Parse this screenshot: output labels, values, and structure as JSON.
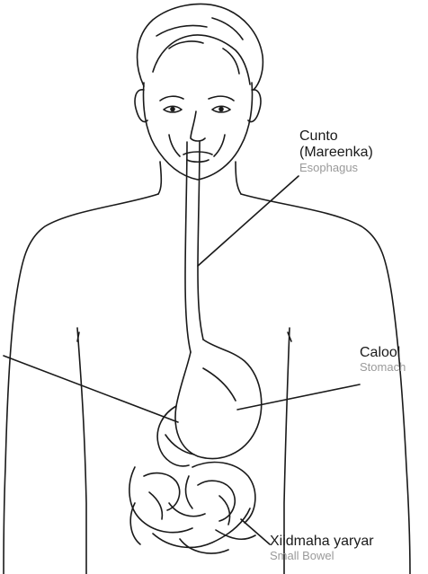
{
  "labels": {
    "esophagus": {
      "primary_line1": "Cunto",
      "primary_line2": "(Mareenka)",
      "secondary": "Esophagus"
    },
    "stomach": {
      "primary": "Calool",
      "secondary": "Stomach"
    },
    "small_bowel": {
      "primary": "Xiidmaha yaryar",
      "secondary": "Small Bowel"
    }
  },
  "colors": {
    "line": "#1a1a1a",
    "label_primary": "#1a1a1a",
    "label_secondary": "#9a9a9a"
  }
}
